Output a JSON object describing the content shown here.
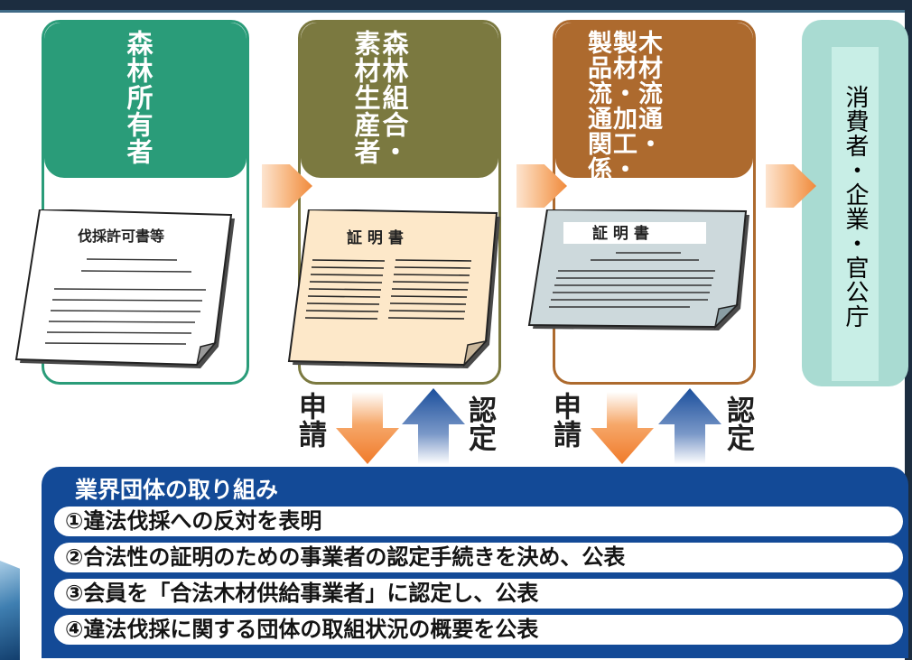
{
  "columns": [
    {
      "label": "森林所有者",
      "color": "#2a9c79"
    },
    {
      "label": "森林組合・\n素材生産者",
      "color": "#7b7940"
    },
    {
      "label": "木材流通・\n製材・加工・\n製品流通関係者",
      "color": "#ad6a2e"
    },
    {
      "label": "消費者・企業・官公庁",
      "color": "#a9dbd2"
    }
  ],
  "documents": [
    {
      "title": "伐採許可書等",
      "paper": "#ffffff"
    },
    {
      "title": "証 明 書",
      "paper": "#fde8c9"
    },
    {
      "title": "証 明 書",
      "paper": "#cdd9dc"
    }
  ],
  "flow": {
    "left": {
      "down_label": "申請",
      "up_label": "認定"
    },
    "right": {
      "down_label": "申請",
      "up_label": "認定"
    }
  },
  "panel": {
    "title": "業界団体の取り組み",
    "items": [
      "①違法伐採への反対を表明",
      "②合法性の証明のための事業者の認定手続きを決め、公表",
      "③会員を「合法木材供給事業者」に認定し、公表",
      "④違法伐採に関する団体の取組状況の概要を公表"
    ]
  },
  "colors": {
    "panel": "#134a97",
    "arrow_down": "#f07a2a",
    "arrow_up": "#1b4f9c"
  }
}
